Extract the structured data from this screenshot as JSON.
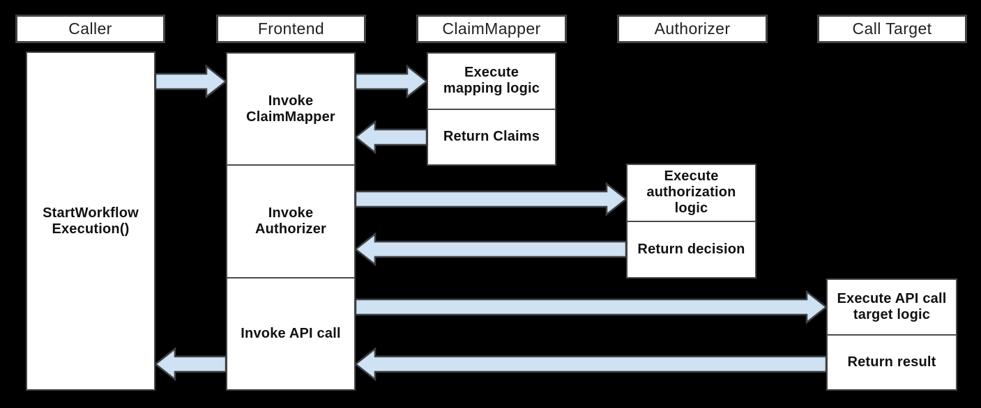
{
  "diagram": {
    "actors": [
      {
        "id": "caller",
        "title": "Caller",
        "steps": [
          {
            "label": "StartWorkflow\nExecution()"
          }
        ]
      },
      {
        "id": "frontend",
        "title": "Frontend",
        "steps": [
          {
            "label": "Invoke\nClaimMapper"
          },
          {
            "label": "Invoke\nAuthorizer"
          },
          {
            "label": "Invoke API call"
          }
        ]
      },
      {
        "id": "claimmapper",
        "title": "ClaimMapper",
        "steps": [
          {
            "label": "Execute\nmapping logic"
          },
          {
            "label": "Return Claims"
          }
        ]
      },
      {
        "id": "authorizer",
        "title": "Authorizer",
        "steps": [
          {
            "label": "Execute\nauthorization\nlogic"
          },
          {
            "label": "Return decision"
          }
        ]
      },
      {
        "id": "calltarget",
        "title": "Call Target",
        "steps": [
          {
            "label": "Execute API call\ntarget logic"
          },
          {
            "label": "Return result"
          }
        ]
      }
    ],
    "arrows": [
      {
        "from": "caller",
        "to": "frontend"
      },
      {
        "from": "frontend",
        "to": "claimmapper"
      },
      {
        "from": "claimmapper",
        "to": "frontend"
      },
      {
        "from": "frontend",
        "to": "authorizer"
      },
      {
        "from": "authorizer",
        "to": "frontend"
      },
      {
        "from": "frontend",
        "to": "calltarget"
      },
      {
        "from": "calltarget",
        "to": "frontend"
      },
      {
        "from": "frontend",
        "to": "caller"
      }
    ],
    "colors": {
      "background": "#000000",
      "box_fill": "#ffffff",
      "box_border": "#4a4a4a",
      "header_border": "#434343",
      "arrow_fill": "#cfe2f3",
      "arrow_stroke": "#3d4044",
      "text": "#111111"
    }
  }
}
